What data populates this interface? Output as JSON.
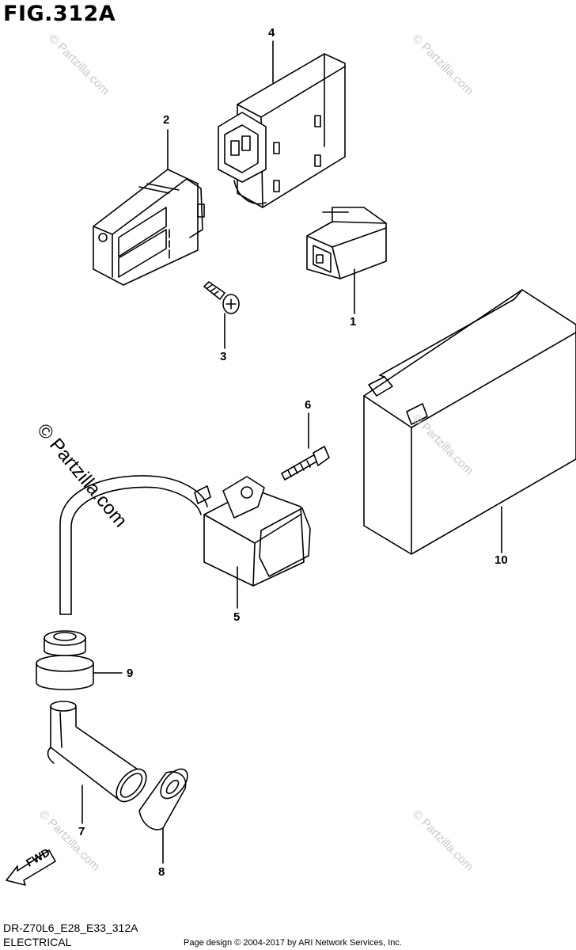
{
  "figure": {
    "title": "FIG.312A",
    "model_code": "DR-Z70L6_E28_E33_312A",
    "category": "ELECTRICAL",
    "credit": "Page design © 2004-2017 by ARI Network Services, Inc.",
    "watermark": "© Partzilla.com",
    "fwd_label": "FWD"
  },
  "callouts": {
    "c1": "1",
    "c2": "2",
    "c3": "3",
    "c4": "4",
    "c5": "5",
    "c6": "6",
    "c7": "7",
    "c8": "8",
    "c9": "9",
    "c10": "10"
  }
}
